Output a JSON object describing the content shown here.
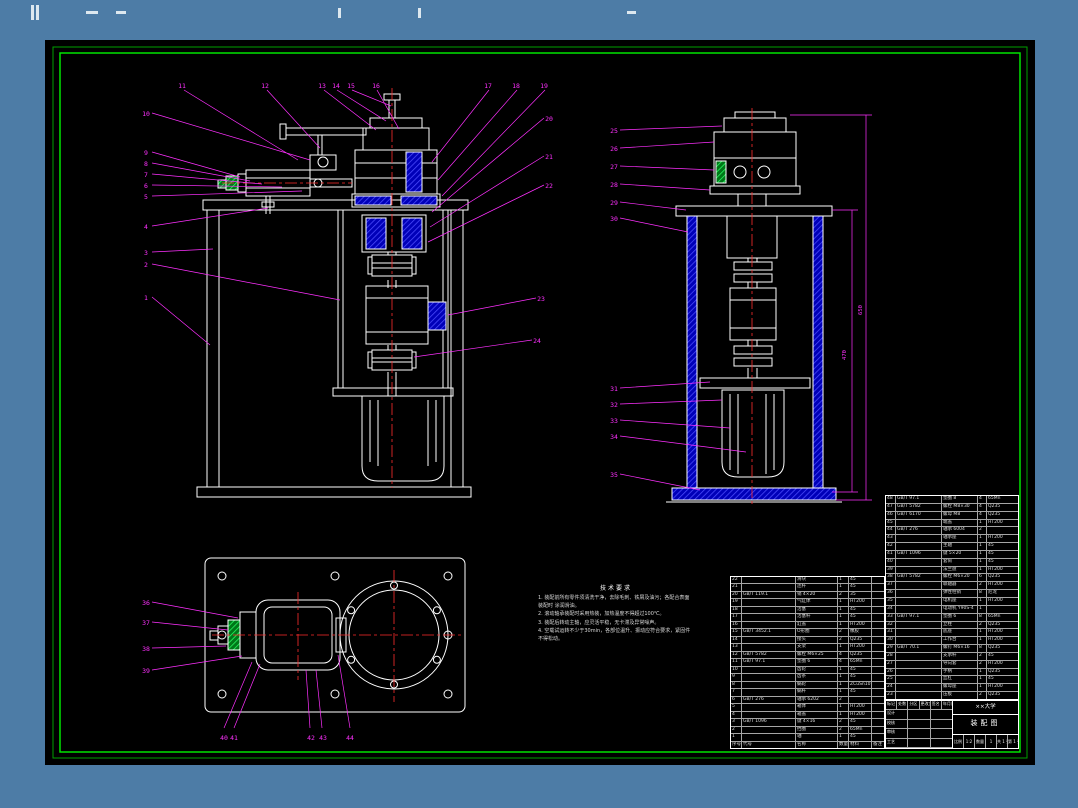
{
  "colors": {
    "background": "#4d7ca6",
    "sheet": "#000000",
    "border_outer": "#00a000",
    "border_inner": "#00e400",
    "line": "#ffffff",
    "leader": "#ff30ff",
    "centerline": "#ff2d2d",
    "hatch_blue": "#0000b8",
    "hatch_green": "#007718"
  },
  "callouts": {
    "front": [
      "10",
      "9",
      "8",
      "7",
      "6",
      "5",
      "4",
      "3",
      "2",
      "1",
      "11",
      "12",
      "13",
      "14",
      "15",
      "16",
      "17",
      "18",
      "19",
      "20",
      "21",
      "22",
      "23",
      "24"
    ],
    "side": [
      "25",
      "26",
      "27",
      "28",
      "29",
      "30",
      "31",
      "32",
      "33",
      "34",
      "35"
    ],
    "top_left": [
      "36",
      "37",
      "38",
      "39"
    ],
    "top_bottom": [
      "40",
      "41",
      "42",
      "43",
      "44"
    ]
  },
  "dims": {
    "height_inner": "470",
    "height_outer": "650"
  },
  "notes": {
    "title": "技术要求",
    "lines": [
      "1. 装配前所有零件须清洗干净，去除毛刺、铁屑及油污；各配合表面装配时 涂润滑油。",
      "2. 滚动轴承装配时采用热装，加热温度不得超过100℃。",
      "3. 装配后转动主轴，应灵活平稳，无卡滞及异常噪声。",
      "4. 空载试运转不少于30min，各部位温升、振动应符合要求，紧固件不得松动。"
    ]
  },
  "bom_left": [
    [
      "22",
      "",
      "滑块",
      "1",
      "45",
      ""
    ],
    [
      "21",
      "",
      "连杆",
      "1",
      "45",
      ""
    ],
    [
      "20",
      "GB/T 119.1",
      "销 4×20",
      "2",
      "35",
      ""
    ],
    [
      "19",
      "",
      "气缸体",
      "1",
      "HT200",
      ""
    ],
    [
      "18",
      "",
      "活塞",
      "1",
      "45",
      ""
    ],
    [
      "17",
      "",
      "活塞杆",
      "1",
      "45",
      ""
    ],
    [
      "16",
      "",
      "缸盖",
      "1",
      "HT200",
      ""
    ],
    [
      "15",
      "GB/T 3452.1",
      "O形圈",
      "2",
      "橡胶",
      ""
    ],
    [
      "14",
      "",
      "接头",
      "2",
      "Q235",
      ""
    ],
    [
      "13",
      "",
      "支架",
      "1",
      "HT200",
      ""
    ],
    [
      "12",
      "GB/T 5782",
      "螺栓 M6×25",
      "4",
      "Q235",
      ""
    ],
    [
      "11",
      "GB/T 97.1",
      "垫圈 6",
      "4",
      "65Mn",
      ""
    ],
    [
      "10",
      "",
      "齿轮",
      "1",
      "45",
      ""
    ],
    [
      "9",
      "",
      "齿条",
      "1",
      "45",
      ""
    ],
    [
      "8",
      "",
      "蜗轮",
      "1",
      "ZCuSn10",
      ""
    ],
    [
      "7",
      "",
      "蜗杆",
      "1",
      "45",
      ""
    ],
    [
      "6",
      "GB/T 276",
      "轴承 6202",
      "2",
      "",
      ""
    ],
    [
      "5",
      "",
      "箱体",
      "1",
      "HT200",
      ""
    ],
    [
      "4",
      "",
      "箱盖",
      "1",
      "HT200",
      ""
    ],
    [
      "3",
      "GB/T 1096",
      "键 4×16",
      "2",
      "45",
      ""
    ],
    [
      "2",
      "",
      "挡圈",
      "2",
      "65Mn",
      ""
    ],
    [
      "1",
      "",
      "轴",
      "1",
      "45",
      ""
    ],
    [
      "序号",
      "代号",
      "名称",
      "数量",
      "材料",
      "备注"
    ]
  ],
  "bom_right": [
    [
      "48",
      "GB/T 97.1",
      "垫圈 8",
      "4",
      "65Mn"
    ],
    [
      "47",
      "GB/T 5782",
      "螺栓 M8×30",
      "4",
      "Q235"
    ],
    [
      "46",
      "GB/T 6170",
      "螺母 M8",
      "4",
      "Q235"
    ],
    [
      "45",
      "",
      "端盖",
      "1",
      "HT200"
    ],
    [
      "44",
      "GB/T 276",
      "轴承 6004",
      "2",
      ""
    ],
    [
      "43",
      "",
      "轴承座",
      "1",
      "HT200"
    ],
    [
      "42",
      "",
      "主轴",
      "1",
      "45"
    ],
    [
      "41",
      "GB/T 1096",
      "键 5×20",
      "1",
      "45"
    ],
    [
      "40",
      "",
      "套筒",
      "1",
      "45"
    ],
    [
      "39",
      "",
      "法兰盘",
      "1",
      "HT200"
    ],
    [
      "38",
      "GB/T 5782",
      "螺栓 M6×20",
      "6",
      "Q235"
    ],
    [
      "37",
      "",
      "联轴器",
      "2",
      "HT200"
    ],
    [
      "36",
      "",
      "弹性柱销",
      "8",
      "尼龙"
    ],
    [
      "35",
      "",
      "电机座",
      "1",
      "HT200"
    ],
    [
      "34",
      "",
      "电动机 Y90S-4",
      "1",
      ""
    ],
    [
      "33",
      "GB/T 97.1",
      "垫圈 6",
      "8",
      "65Mn"
    ],
    [
      "32",
      "",
      "立柱",
      "2",
      "Q235"
    ],
    [
      "31",
      "",
      "底座",
      "1",
      "HT200"
    ],
    [
      "30",
      "",
      "工作台",
      "1",
      "HT200"
    ],
    [
      "29",
      "GB/T 70.1",
      "螺钉 M6×16",
      "8",
      "Q235"
    ],
    [
      "28",
      "",
      "支承杆",
      "2",
      "45"
    ],
    [
      "27",
      "",
      "导向套",
      "2",
      "HT200"
    ],
    [
      "26",
      "",
      "手柄",
      "1",
      "Q235"
    ],
    [
      "25",
      "",
      "丝杠",
      "1",
      "45"
    ],
    [
      "24",
      "",
      "螺母座",
      "1",
      "HT200"
    ],
    [
      "23",
      "",
      "压板",
      "2",
      "Q235"
    ]
  ],
  "title_block": {
    "school": "××大学",
    "drawing_title": "装配图",
    "rev_labels": [
      "标记",
      "处数",
      "分区",
      "更改文件号",
      "签名",
      "年月日"
    ],
    "role_labels": [
      "设计",
      "校核",
      "审核",
      "工艺"
    ],
    "scale_label": "比例",
    "scale": "1:2",
    "qty_label": "数量",
    "qty": "1",
    "sheet": "共 1 张",
    "sheet2": "第 1 张"
  }
}
